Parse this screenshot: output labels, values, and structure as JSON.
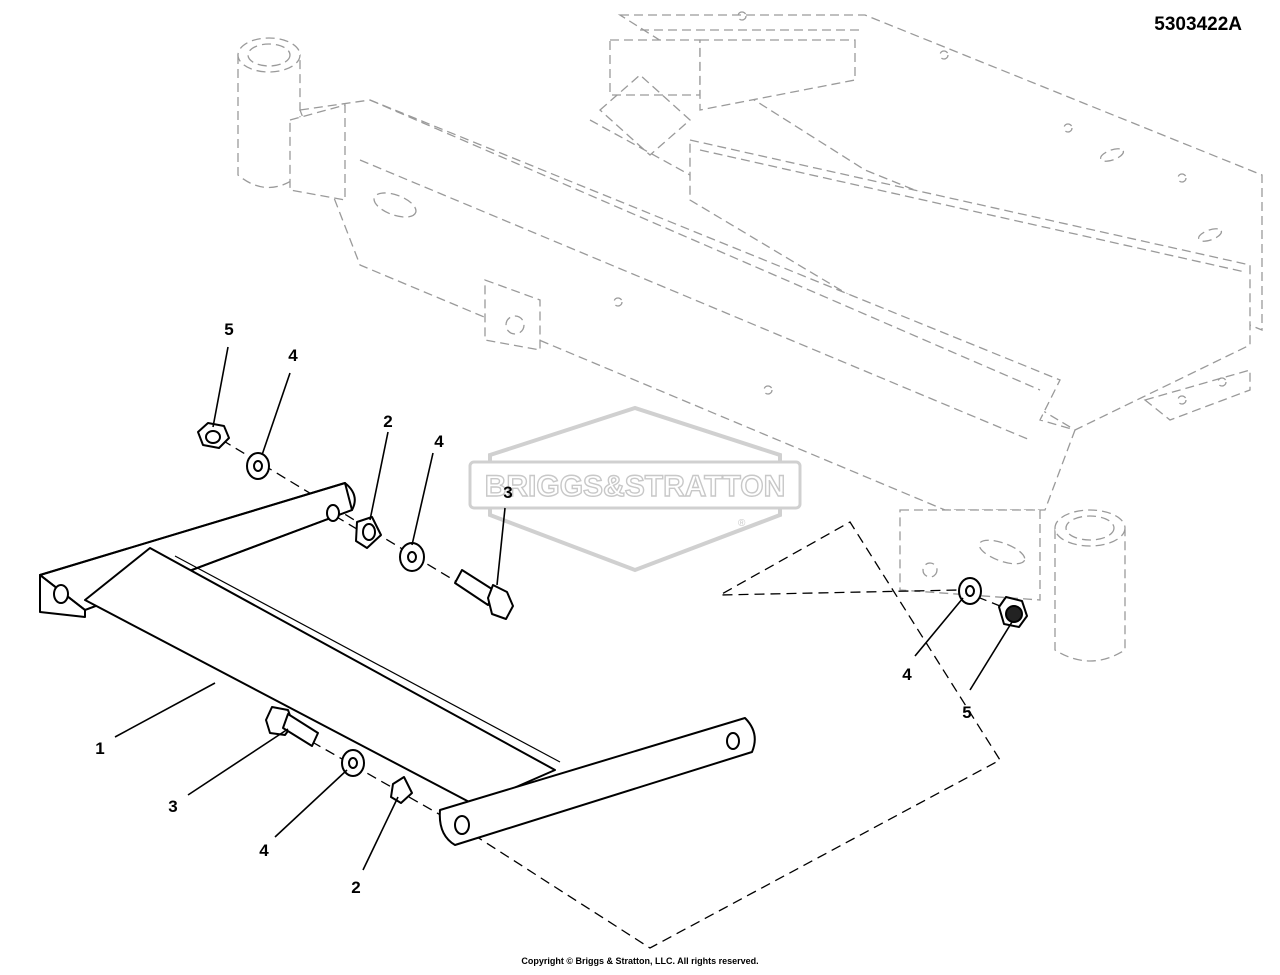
{
  "drawing": {
    "number": "5303422A",
    "copyright": "Copyright © Briggs & Stratton, LLC. All rights reserved."
  },
  "watermark": {
    "logo_text": "BRIGGS&STRATTON",
    "registered_mark": "®"
  },
  "callouts": {
    "c1": "1",
    "c2a": "2",
    "c2b": "2",
    "c3a": "3",
    "c3b": "3",
    "c4a": "4",
    "c4b": "4",
    "c4c": "4",
    "c4d": "4",
    "c5a": "5",
    "c5b": "5"
  },
  "colors": {
    "line": "#000000",
    "phantom_frame": "#9a9a9a",
    "watermark": "#c8c8c8",
    "background": "#ffffff"
  }
}
